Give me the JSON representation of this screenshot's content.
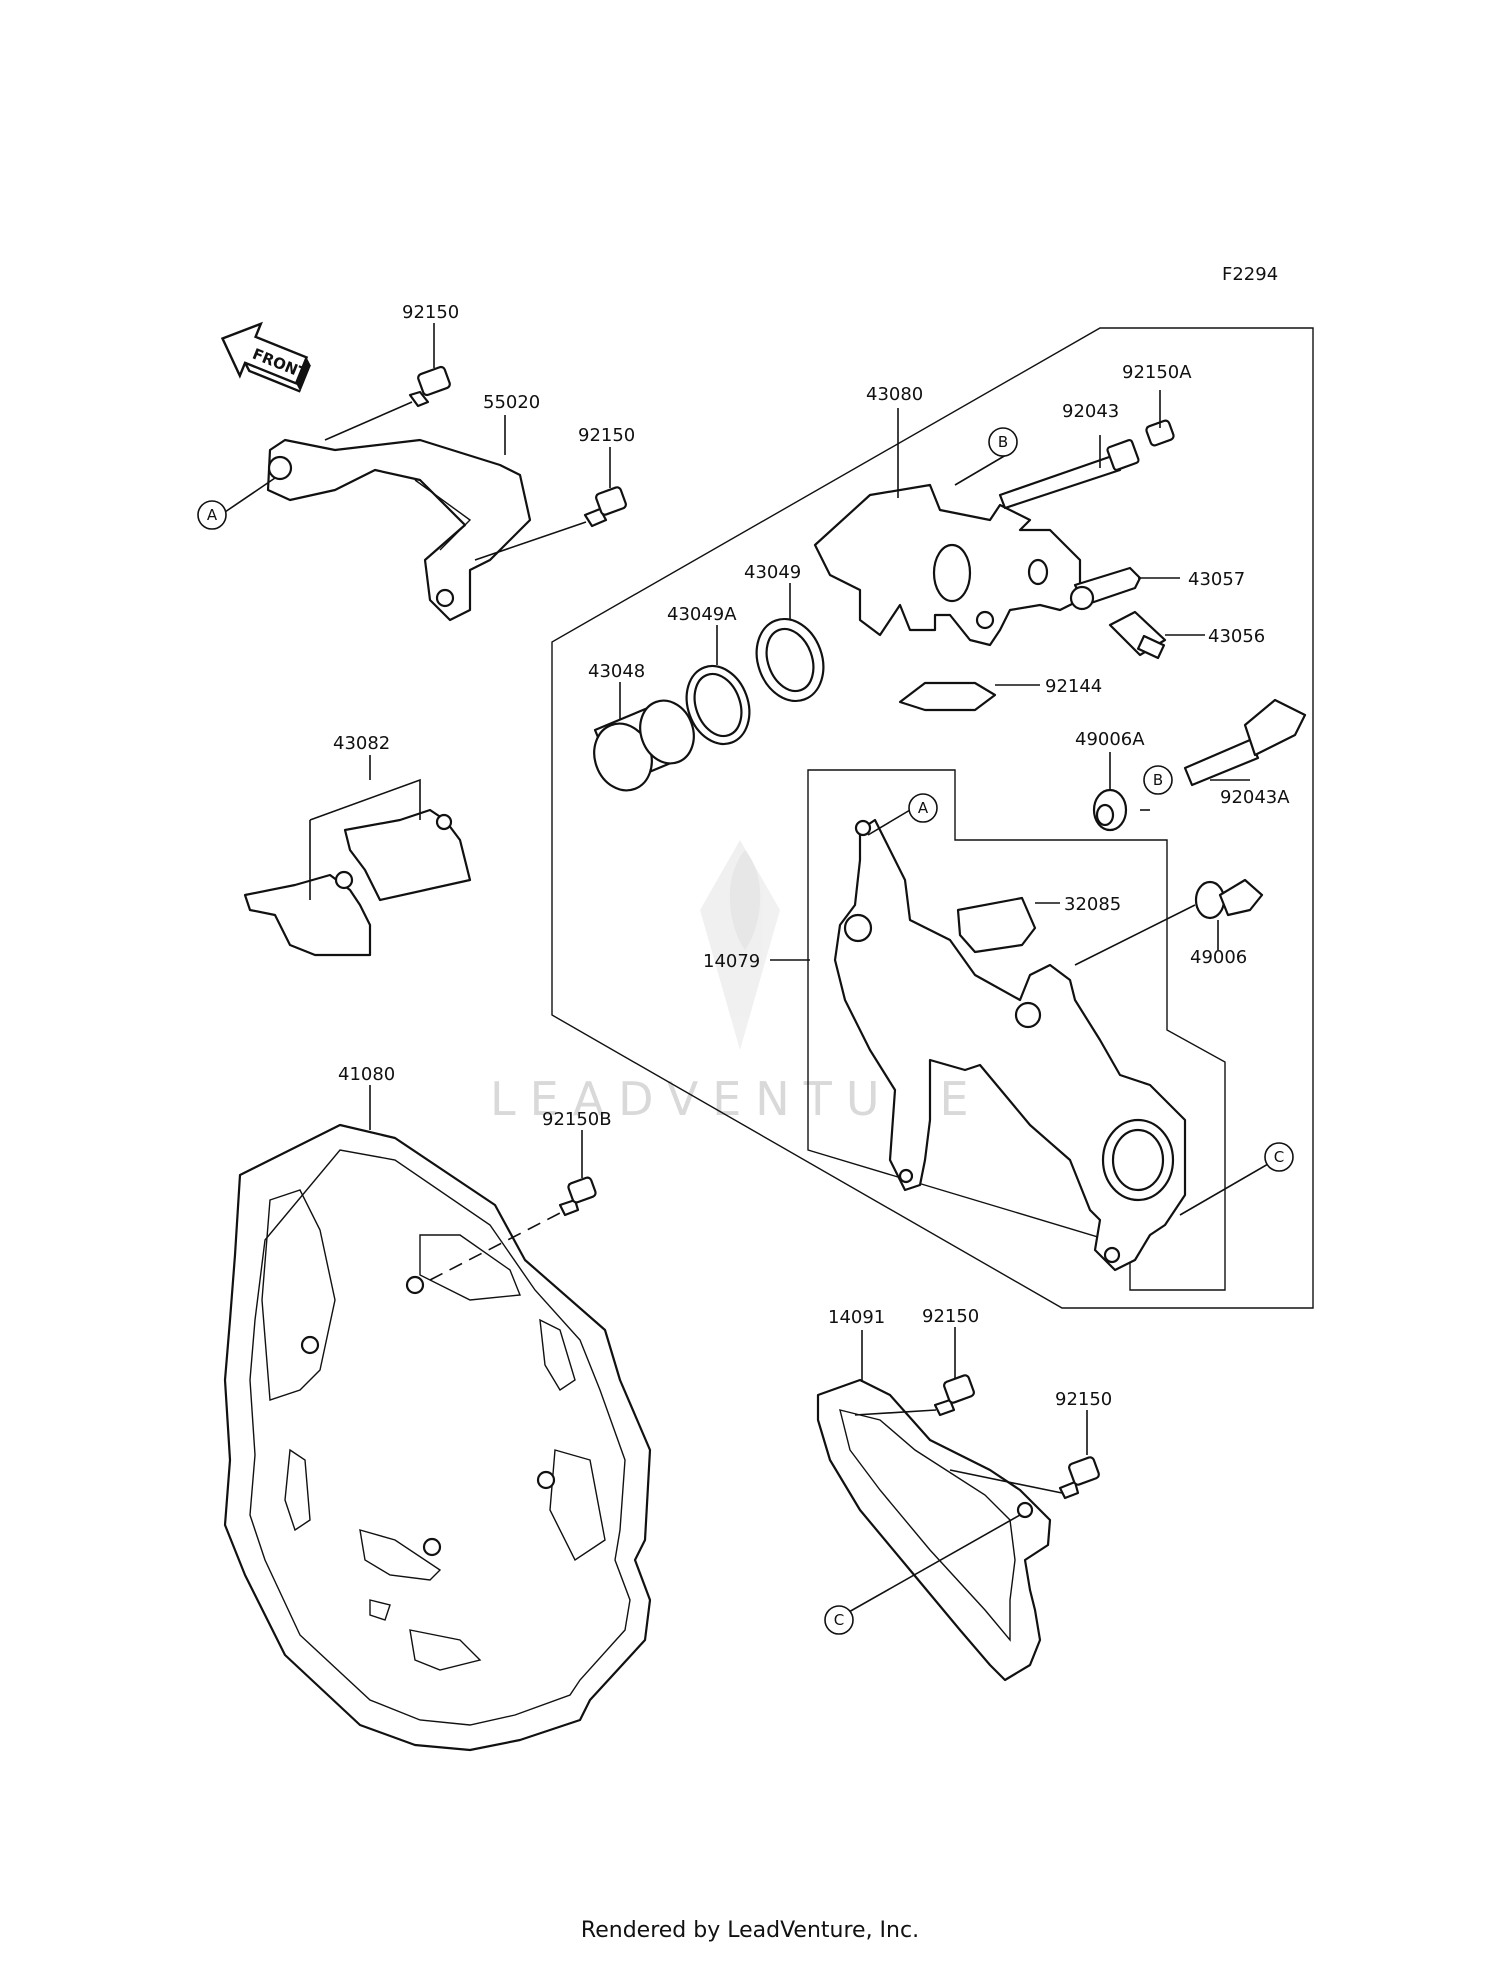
{
  "diagram_code": "F2294",
  "front_label": "FRONT",
  "watermark": "LEADVENTURE",
  "footer": "Rendered by LeadVenture, Inc.",
  "parts": {
    "p92150_a": "92150",
    "p55020": "55020",
    "p92150_b": "92150",
    "p43080": "43080",
    "p92150A": "92150A",
    "p92043": "92043",
    "p43057": "43057",
    "p43056": "43056",
    "p43049": "43049",
    "p43049A": "43049A",
    "p43048": "43048",
    "p92144": "92144",
    "p43082": "43082",
    "p49006A": "49006A",
    "p92043A": "92043A",
    "p32085": "32085",
    "p14079": "14079",
    "p49006": "49006",
    "p41080": "41080",
    "p92150B": "92150B",
    "p14091": "14091",
    "p92150_c": "92150",
    "p92150_d": "92150"
  },
  "callouts": {
    "A": "A",
    "B": "B",
    "C": "C"
  }
}
